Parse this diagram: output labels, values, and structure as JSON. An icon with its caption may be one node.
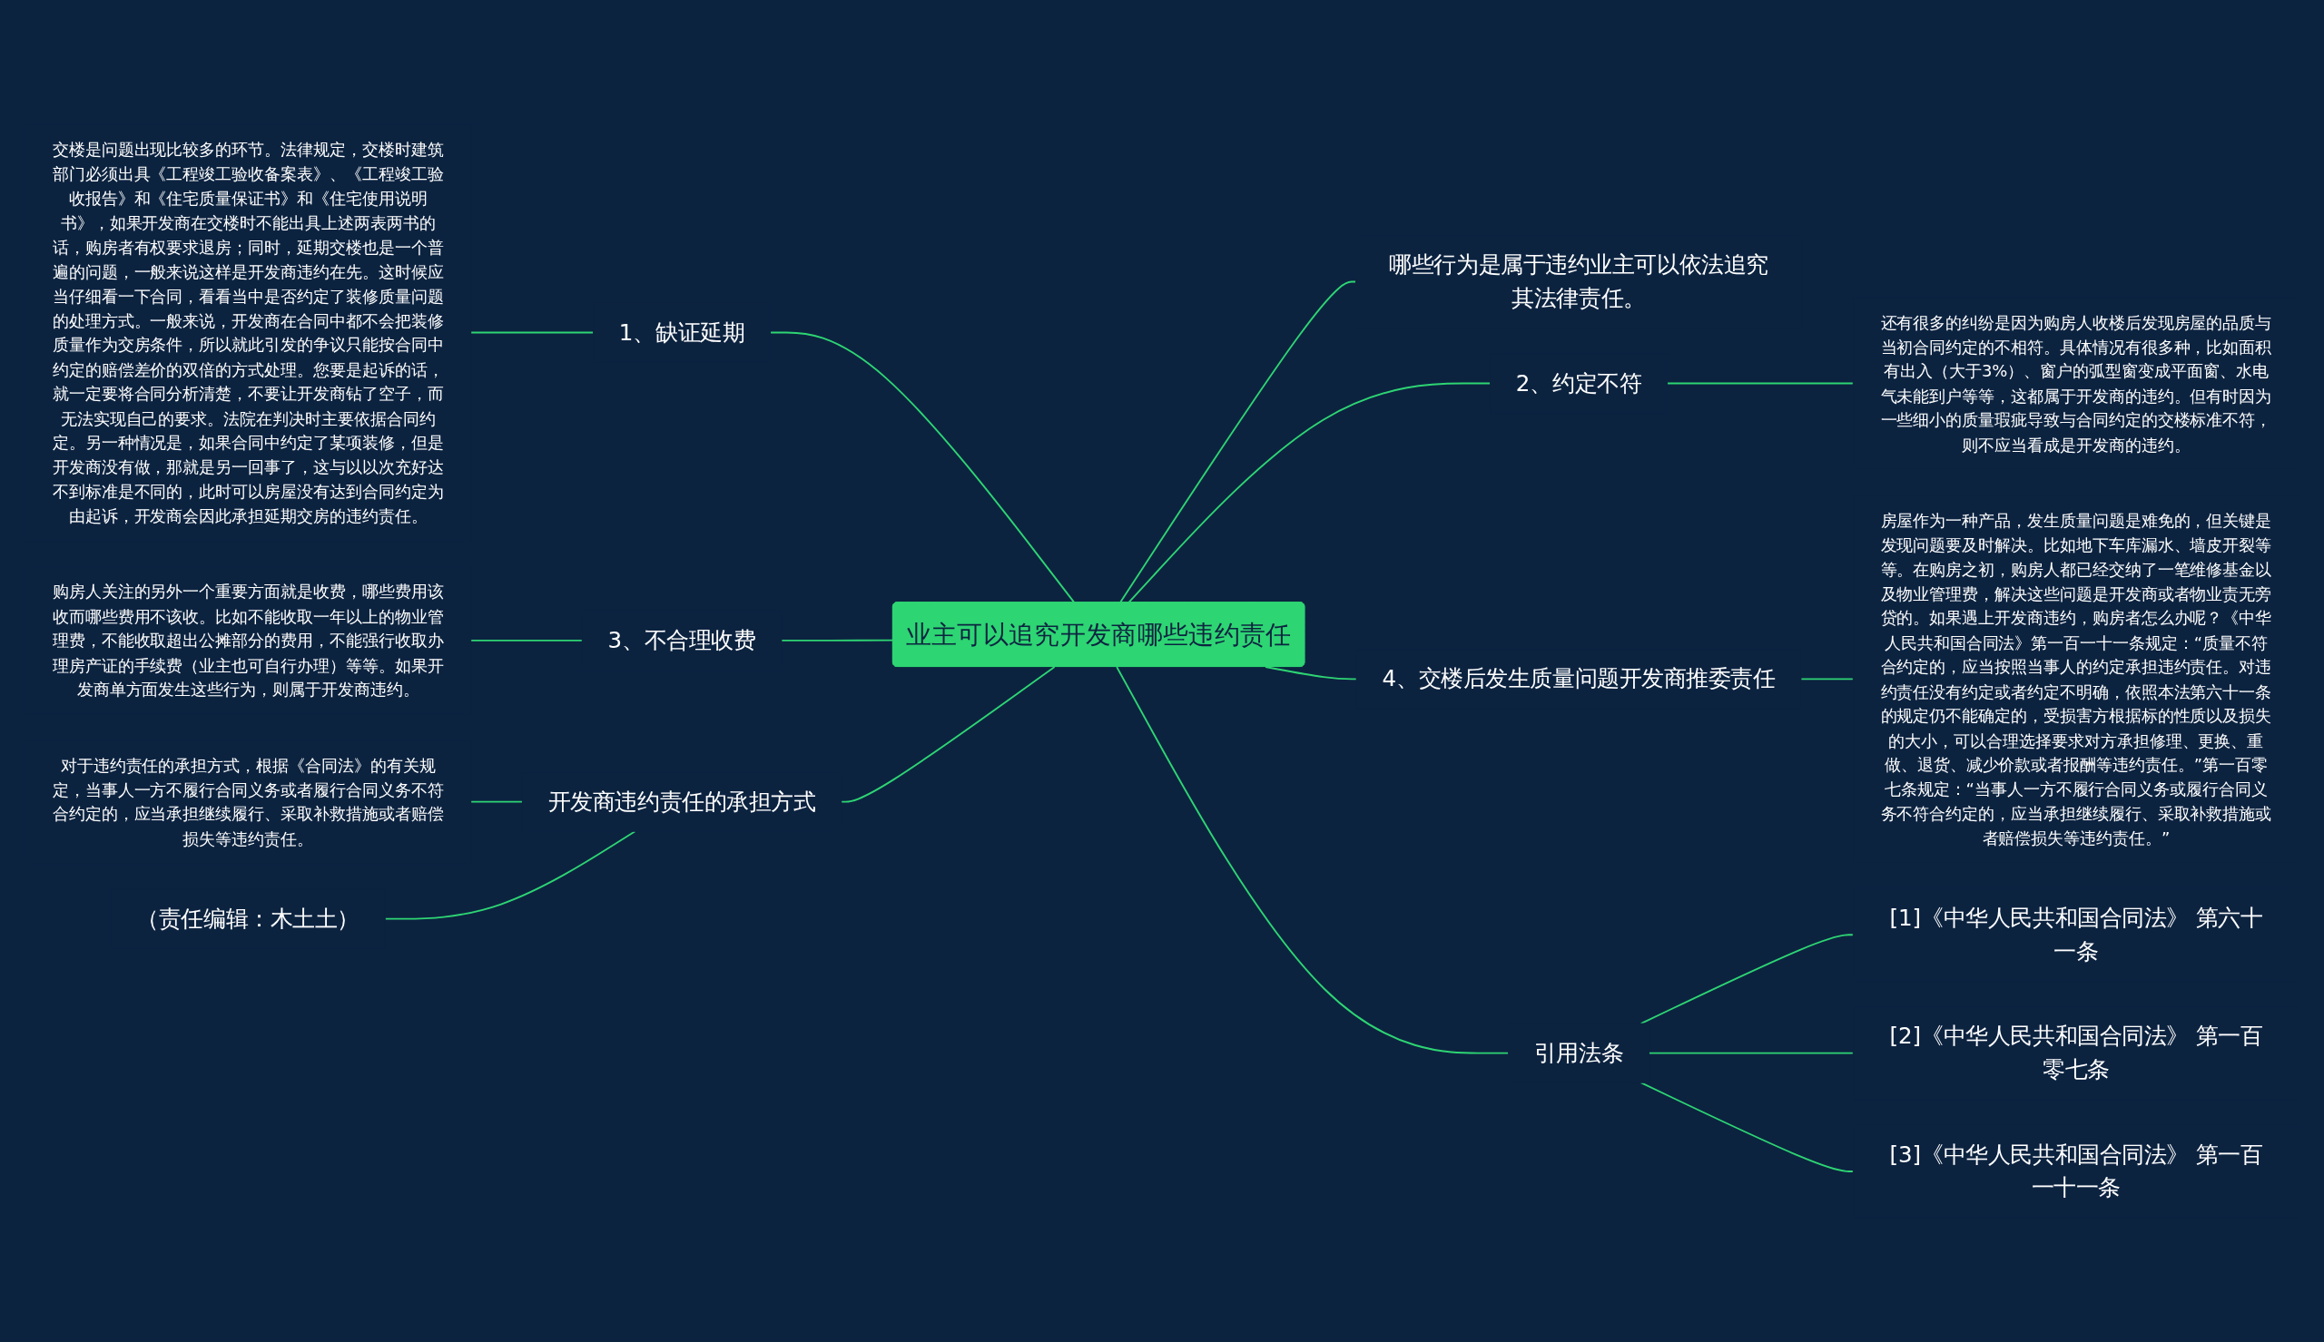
{
  "diagram": {
    "nodes": [
      {
        "text": [
          "业主可以追究开发商哪些违约责任"
        ]
      },
      {
        "text": [
          "1、缺证延期"
        ]
      },
      {
        "text": [
          "交楼是问题出现比较多的环节。法律规定，交楼时建筑部门必须出具《工程竣工验收备案表》、《工程竣工验收报告》和《住宅质量保证书》和《住宅使用说明书》，如果开发商在交楼时不能出具上述两表两书的话，购房者有权要求退房；同时，延期交楼也是一个普遍的问题，一般来说这样是开发商违约在先。这时候应当仔细看一下合同，看看当中是否约定了装修质量问题的处理方式。一般来说，开发商在合同中都不会把装修质量作为交房条件，所以就此引发的争议只能按合同中约定的赔偿差价的双倍的方式处理。您要是起诉的话，就一定要将合同分析清楚，不要让开发商钻了空子，而无法实现自己的要求。法院在判决时主要依据合同约定。另一种情况是，如果合同中约定了某项装修，但是开发商没有做，那就是另一回事了，这与以以次充好达不到标准是不同的，此时可以房屋没有达到合同约定为由起诉，开发商会因此承担延期交房的违约责任。"
        ]
      },
      {
        "text": [
          "3、不合理收费"
        ]
      },
      {
        "text": [
          "购房人关注的另外一个重要方面就是收费，哪些费用该收而哪些费用不该收。比如不能收取一年以上的物业管理费，不能收取超出公摊部分的费用，不能强行收取办理房产证的手续费（业主也可自行办理）等等。如果开发商单方面发生这些行为，则属于开发商违约。"
        ]
      },
      {
        "text": [
          "开发商违约责任的承担方式"
        ]
      },
      {
        "text": [
          "对于违约责任的承担方式，根据《合同法》的有关规定，当事人一方不履行合同义务或者履行合同义务不符合约定的，应当承担继续履行、采取补救措施或者赔偿损失等违约责任。"
        ]
      },
      {
        "text": [
          "（责任编辑：木土土）"
        ]
      },
      {
        "text": [
          "哪些行为是属于违约业主可以依法追究其法律责任。"
        ]
      },
      {
        "text": [
          "2、约定不符"
        ]
      },
      {
        "text": [
          "还有很多的纠纷是因为购房人收楼后发现房屋的品质与当初合同约定的不相符。具体情况有很多种，比如面积有出入（大于3%）、窗户的弧型窗变成平面窗、水电气未能到户等等，这都属于开发商的违约。但有时因为一些细小的质量瑕疵导致与合同约定的交楼标准不符，则不应当看成是开发商的违约。"
        ]
      },
      {
        "text": [
          "4、交楼后发生质量问题开发商推委责任"
        ]
      },
      {
        "text": [
          "房屋作为一种产品，发生质量问题是难免的，但关键是发现问题要及时解决。比如地下车库漏水、墙皮开裂等等。在购房之初，购房人都已经交纳了一笔维修基金以及物业管理费，解决这些问题是开发商或者物业责无旁贷的。如果遇上开发商违约，购房者怎么办呢？《中华人民共和国合同法》第一百一十一条规定：“质量不符合约定的，应当按照当事人的约定承担违约责任。对违约责任没有约定或者约定不明确，依照本法第六十一条的规定仍不能确定的，受损害方根据标的性质以及损失的大小，可以合理选择要求对方承担修理、更换、重做、退货、减少价款或者报酬等违约责任。”第一百零七条规定：“当事人一方不履行合同义务或履行合同义务不符合约定的，应当承担继续履行、采取补救措施或者赔偿损失等违约责任。”"
        ]
      },
      {
        "text": [
          "引用法条"
        ]
      },
      {
        "text": [
          "[1]《中华人民共和国合同法》 第六十一条"
        ]
      },
      {
        "text": [
          "[2]《中华人民共和国合同法》 第一百零七条"
        ]
      },
      {
        "text": [
          "[3]《中华人民共和国合同法》 第一百一十一条"
        ]
      }
    ],
    "edges": [
      {
        "from": 2,
        "to": 1,
        "arrow": "none"
      },
      {
        "from": 1,
        "to": 0,
        "arrow": "none"
      },
      {
        "from": 4,
        "to": 3,
        "arrow": "none"
      },
      {
        "from": 3,
        "to": 0,
        "arrow": "none"
      },
      {
        "from": 6,
        "to": 5,
        "arrow": "none"
      },
      {
        "from": 7,
        "to": 5,
        "arrow": "none"
      },
      {
        "from": 5,
        "to": 0,
        "arrow": "none"
      },
      {
        "from": 0,
        "to": 8,
        "arrow": "none"
      },
      {
        "from": 0,
        "to": 9,
        "arrow": "none"
      },
      {
        "from": 9,
        "to": 10,
        "arrow": "none"
      },
      {
        "from": 0,
        "to": 11,
        "arrow": "none"
      },
      {
        "from": 11,
        "to": 12,
        "arrow": "none"
      },
      {
        "from": 0,
        "to": 13,
        "arrow": "none"
      },
      {
        "from": 13,
        "to": 14,
        "arrow": "none"
      },
      {
        "from": 13,
        "to": 15,
        "arrow": "none"
      },
      {
        "from": 13,
        "to": 16,
        "arrow": "none"
      }
    ]
  }
}
